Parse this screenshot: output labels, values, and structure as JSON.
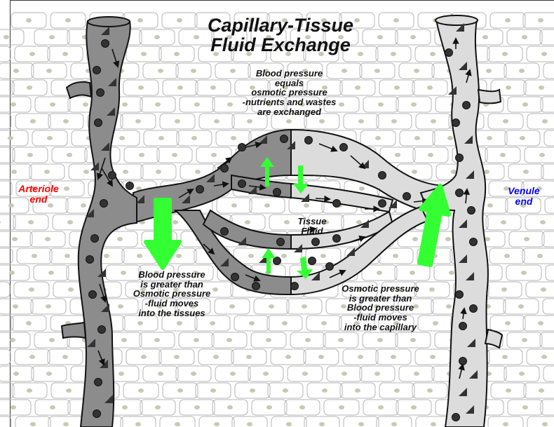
{
  "title": {
    "line1": "Capillary-Tissue",
    "line2": "Fluid Exchange"
  },
  "labels": {
    "arteriole": {
      "line1": "Arteriole",
      "line2": "end",
      "color": "#ff0000"
    },
    "venule": {
      "line1": "Venule",
      "line2": "end",
      "color": "#0000ff"
    },
    "tissue_fluid": {
      "line1": "Tissue",
      "line2": "Fluid"
    }
  },
  "annotations": {
    "middle": {
      "line1": "Blood pressure",
      "line2": "equals",
      "line3": "osmotic pressure",
      "line4": "-nutrients and wastes",
      "line5": "are exchanged"
    },
    "arterial_side": {
      "line1": "Blood pressure",
      "line2": "is greater than",
      "line3": "Osmotic pressure",
      "line4": "-fluid moves",
      "line5": "into the tissues"
    },
    "venous_side": {
      "line1": "Osmotic pressure",
      "line2": "is greater than",
      "line3": "Blood pressure",
      "line4": "-fluid moves",
      "line5": "into the capillary"
    }
  },
  "colors": {
    "arteriole_vessel": "#8c8c8c",
    "venule_vessel": "#dcdcdc",
    "flow_arrow": "#33ff33",
    "tissue_outline": "#b4b4b4",
    "tissue_nucleus": "#c8c8b4"
  }
}
